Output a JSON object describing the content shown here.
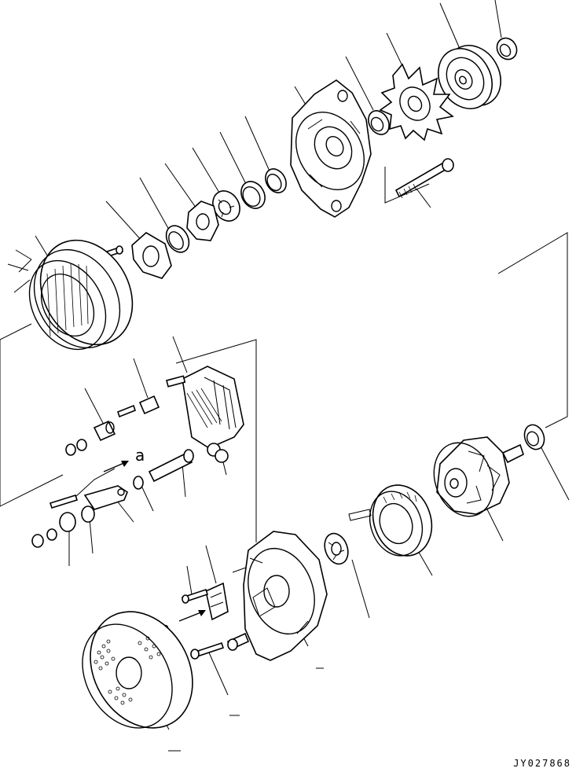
{
  "diagram": {
    "drawing_code": "JY027868",
    "reference_marks": [
      "a",
      "a"
    ],
    "colors": {
      "line": "#000000",
      "background": "#ffffff"
    }
  }
}
